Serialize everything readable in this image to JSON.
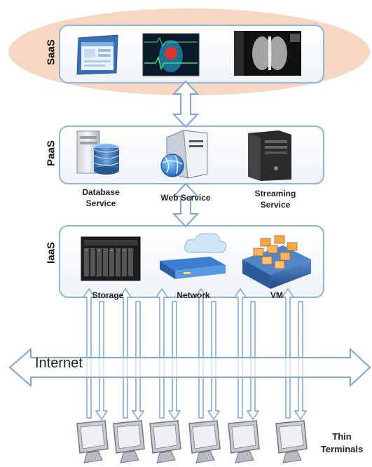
{
  "layers": {
    "saas": {
      "label": "SaaS"
    },
    "paas": {
      "label": "PaaS",
      "services": [
        "Database Service",
        "Web Service",
        "Streaming Service"
      ]
    },
    "iaas": {
      "label": "IaaS",
      "resources": [
        "Storage",
        "Network",
        "VM"
      ]
    }
  },
  "network": {
    "label": "Internet"
  },
  "terminals": {
    "label": "Thin Terminals"
  },
  "icons": {
    "saas": [
      "browser-window-icon",
      "heart-monitor-icon",
      "xray-viewer-icon"
    ],
    "paas": [
      "database-server-icon",
      "web-server-icon",
      "streaming-server-icon"
    ],
    "iaas": [
      "storage-rack-icon",
      "cloud-network-icon",
      "vm-cluster-icon"
    ],
    "terminal": "monitor-icon"
  },
  "colors": {
    "saas_ellipse": "#f6d7c3",
    "layer_border": "#8fb3da",
    "arrow_fill": "#ffffff",
    "arrow_stroke": "#7aa6d8"
  }
}
